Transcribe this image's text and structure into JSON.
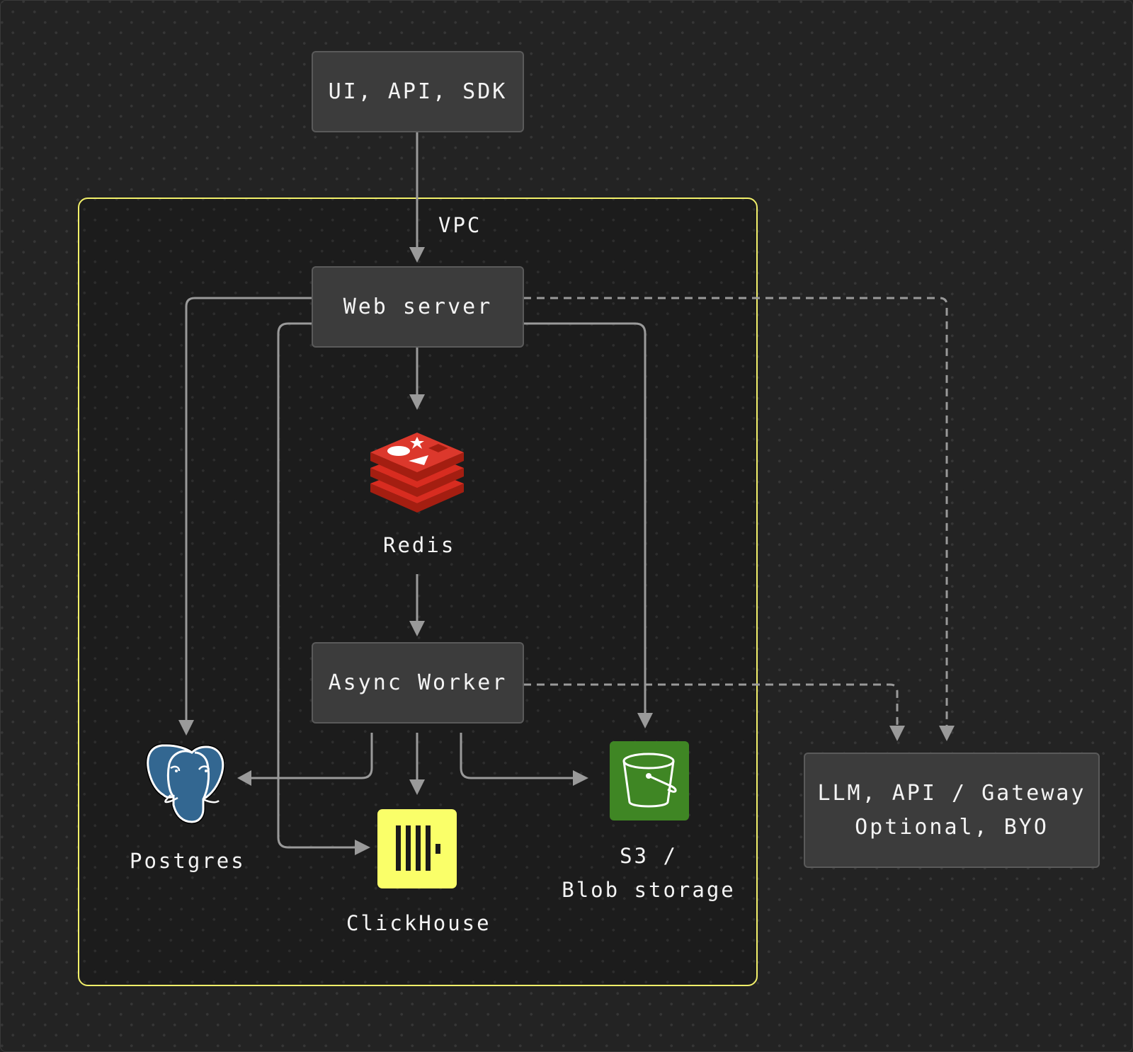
{
  "diagram": {
    "title": "Self-hosted architecture",
    "boundary": {
      "label": "VPC",
      "color": "#f2f06a"
    },
    "nodes": {
      "client": {
        "label": "UI, API, SDK"
      },
      "web_server": {
        "label": "Web server"
      },
      "redis": {
        "label": "Redis",
        "icon": "redis-icon",
        "color": "#d82c20"
      },
      "async_worker": {
        "label": "Async Worker"
      },
      "postgres": {
        "label": "Postgres",
        "icon": "postgres-elephant-icon",
        "color": "#336791"
      },
      "clickhouse": {
        "label": "ClickHouse",
        "icon": "clickhouse-icon",
        "color": "#faff69"
      },
      "blob": {
        "label_line1": "S3 /",
        "label_line2": "Blob storage",
        "icon": "s3-bucket-icon",
        "color": "#3f8624"
      },
      "llm": {
        "label_line1": "LLM, API / Gateway",
        "label_line2": "Optional, BYO"
      }
    },
    "edges": [
      {
        "from": "client",
        "to": "web_server",
        "style": "solid"
      },
      {
        "from": "web_server",
        "to": "redis",
        "style": "solid"
      },
      {
        "from": "web_server",
        "to": "postgres",
        "style": "solid"
      },
      {
        "from": "web_server",
        "to": "clickhouse",
        "style": "solid"
      },
      {
        "from": "web_server",
        "to": "blob",
        "style": "solid"
      },
      {
        "from": "web_server",
        "to": "llm",
        "style": "dashed"
      },
      {
        "from": "redis",
        "to": "async_worker",
        "style": "solid"
      },
      {
        "from": "async_worker",
        "to": "postgres",
        "style": "solid"
      },
      {
        "from": "async_worker",
        "to": "clickhouse",
        "style": "solid"
      },
      {
        "from": "async_worker",
        "to": "blob",
        "style": "solid"
      },
      {
        "from": "async_worker",
        "to": "llm",
        "style": "dashed"
      }
    ]
  }
}
